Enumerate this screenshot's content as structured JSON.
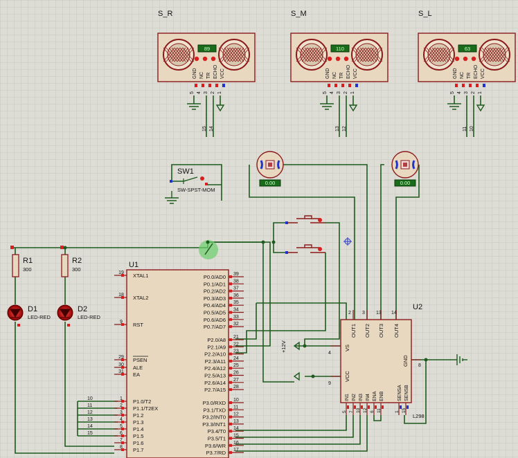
{
  "sensors": [
    {
      "ref": "S_R",
      "readout": "89",
      "pins": [
        "GND",
        "NC",
        "TR",
        "ECHO",
        "VCC"
      ],
      "pin_numbers": [
        "5",
        "4",
        "3",
        "2",
        "1"
      ],
      "nets": [
        "15",
        "14"
      ]
    },
    {
      "ref": "S_M",
      "readout": "110",
      "pins": [
        "GND",
        "NC",
        "TR",
        "ECHO",
        "VCC"
      ],
      "pin_numbers": [
        "5",
        "4",
        "3",
        "2",
        "1"
      ],
      "nets": [
        "13",
        "12"
      ]
    },
    {
      "ref": "S_L",
      "readout": "63",
      "pins": [
        "GND",
        "NC",
        "TR",
        "ECHO",
        "VCC"
      ],
      "pin_numbers": [
        "5",
        "4",
        "3",
        "2",
        "1"
      ],
      "nets": [
        "11",
        "10"
      ]
    }
  ],
  "motors": [
    {
      "readout": "0.00"
    },
    {
      "readout": "0.00"
    }
  ],
  "switch": {
    "ref": "SW1",
    "part": "SW-SPST-MOM"
  },
  "resistors": [
    {
      "ref": "R1",
      "value": "300"
    },
    {
      "ref": "R2",
      "value": "300"
    }
  ],
  "leds": [
    {
      "ref": "D1",
      "part": "LED-RED"
    },
    {
      "ref": "D2",
      "part": "LED-RED"
    }
  ],
  "mcu": {
    "ref": "U1",
    "left_pins": [
      {
        "num": "19",
        "name": "XTAL1"
      },
      {
        "num": "18",
        "name": "XTAL2"
      },
      {
        "num": "9",
        "name": "RST"
      },
      {
        "num": "29",
        "name": "PSEN"
      },
      {
        "num": "30",
        "name": "ALE"
      },
      {
        "num": "31",
        "name": "EA"
      },
      {
        "num": "1",
        "name": "P1.0/T2"
      },
      {
        "num": "2",
        "name": "P1.1/T2EX"
      },
      {
        "num": "3",
        "name": "P1.2"
      },
      {
        "num": "4",
        "name": "P1.3"
      },
      {
        "num": "5",
        "name": "P1.4"
      },
      {
        "num": "6",
        "name": "P1.5"
      },
      {
        "num": "7",
        "name": "P1.6"
      },
      {
        "num": "8",
        "name": "P1.7"
      }
    ],
    "p0_pins": [
      {
        "num": "39",
        "name": "P0.0/AD0"
      },
      {
        "num": "38",
        "name": "P0.1/AD1"
      },
      {
        "num": "37",
        "name": "P0.2/AD2"
      },
      {
        "num": "36",
        "name": "P0.3/AD3"
      },
      {
        "num": "35",
        "name": "P0.4/AD4"
      },
      {
        "num": "34",
        "name": "P0.5/AD5"
      },
      {
        "num": "33",
        "name": "P0.6/AD6"
      },
      {
        "num": "32",
        "name": "P0.7/AD7"
      }
    ],
    "p2_pins": [
      {
        "num": "21",
        "name": "P2.0/A8"
      },
      {
        "num": "22",
        "name": "P2.1/A9"
      },
      {
        "num": "23",
        "name": "P2.2/A10"
      },
      {
        "num": "24",
        "name": "P2.3/A11"
      },
      {
        "num": "25",
        "name": "P2.4/A12"
      },
      {
        "num": "26",
        "name": "P2.5/A13"
      },
      {
        "num": "27",
        "name": "P2.6/A14"
      },
      {
        "num": "28",
        "name": "P2.7/A15"
      }
    ],
    "p3_pins": [
      {
        "num": "10",
        "name": "P3.0/RXD"
      },
      {
        "num": "11",
        "name": "P3.1/TXD"
      },
      {
        "num": "12",
        "name": "P3.2/INT0"
      },
      {
        "num": "13",
        "name": "P3.3/INT1"
      },
      {
        "num": "14",
        "name": "P3.4/T0"
      },
      {
        "num": "15",
        "name": "P3.5/T1"
      },
      {
        "num": "16",
        "name": "P3.6/WR"
      },
      {
        "num": "17",
        "name": "P3.7/RD"
      }
    ],
    "p1_nets": [
      "10",
      "11",
      "12",
      "13",
      "14",
      "15"
    ]
  },
  "driver": {
    "ref": "U2",
    "part": "L298",
    "top_pins": [
      {
        "num": "2",
        "name": "OUT1"
      },
      {
        "num": "3",
        "name": "OUT2"
      },
      {
        "num": "13",
        "name": "OUT3"
      },
      {
        "num": "14",
        "name": "OUT4"
      }
    ],
    "side_pins": [
      {
        "num": "4",
        "name": "VS"
      },
      {
        "num": "9",
        "name": "VCC"
      },
      {
        "num": "8",
        "name": "GND"
      }
    ],
    "bottom_pins": [
      {
        "num": "5",
        "name": "IN1"
      },
      {
        "num": "7",
        "name": "IN2"
      },
      {
        "num": "10",
        "name": "IN3"
      },
      {
        "num": "12",
        "name": "IN4"
      },
      {
        "num": "6",
        "name": "ENA"
      },
      {
        "num": "11",
        "name": "ENB"
      },
      {
        "num": "1",
        "name": "SENSA"
      },
      {
        "num": "15",
        "name": "SENSB"
      }
    ],
    "supply_label": "+12V"
  },
  "colors": {
    "background": "#ddddd5",
    "grid": "#c8c8c0",
    "wire": "#1d5a1d",
    "component_outline": "#8b1a1a",
    "component_fill": "#e8d8c0",
    "readout_bg": "#1a6b1a",
    "readout_text": "#c8ffc8",
    "pin_red": "#d81e1e",
    "pin_blue": "#2233cc"
  }
}
